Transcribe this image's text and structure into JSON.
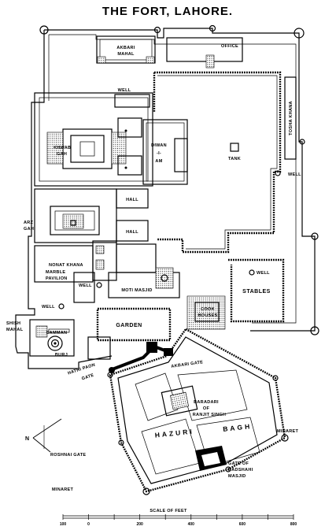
{
  "title": "THE FORT, LAHORE.",
  "labels": {
    "akbari_mahal_1": "AKBARI",
    "akbari_mahal_2": "MAHAL",
    "office": "OFFICE",
    "tosha_khana": "TOSHA KHANA",
    "well_a": "WELL",
    "well_b": "WELL",
    "well_c": "WELL",
    "well_d": "WELL",
    "well_e": "WELL",
    "khwab_gah_1": "KHWAB",
    "khwab_gah_2": "GAH",
    "diwan_1": "DIWAN",
    "diwan_2": "-I-",
    "diwan_3": "AM",
    "tank": "TANK",
    "hall_1": "HALL",
    "hall_2": "HALL",
    "arz_gah_1": "ARZ",
    "arz_gah_2": "GAH",
    "nonat_khana": "NONAT KHANA",
    "marble_1": "MARBLE",
    "marble_2": "PAVILION",
    "moti_masjid": "MOTI MASJID",
    "stables": "STABLES",
    "cook_1": "COOK",
    "cook_2": "HOUSES",
    "garden": "GARDEN",
    "shish_1": "SHISH",
    "shish_2": "MAHAL",
    "samman_1": "SAMMAN",
    "samman_2": "BURJ",
    "hathi_1": "HATHI PAON",
    "hathi_2": "GATE",
    "akbari_gate": "AKBARI GATE",
    "baradari_1": "BARADARI",
    "baradari_2": "OF",
    "baradari_3": "RANJIT SINGH",
    "hazuri_bagh_1": "HAZURI",
    "hazuri_bagh_2": "BAGH",
    "roshnai_gate": "ROSHNAI GATE",
    "minaret_right": "MINARET",
    "minaret_left": "MINARET",
    "gate_badshahi_1": "GATE OF",
    "gate_badshahi_2": "BADSHAHI",
    "gate_badshahi_3": "MASJID",
    "north": "N"
  },
  "scale": {
    "caption": "SCALE OF FEET",
    "ticks": [
      "100",
      "0",
      "200",
      "400",
      "600",
      "800"
    ],
    "values_feet": [
      -100,
      0,
      200,
      400,
      600,
      800
    ]
  }
}
